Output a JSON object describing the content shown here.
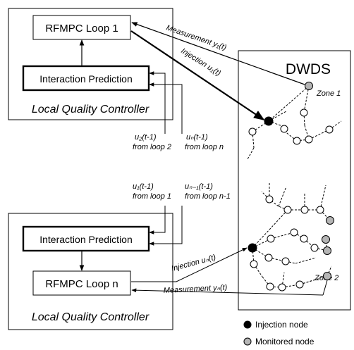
{
  "dwds": {
    "label": "DWDS",
    "zone1": "Zone 1",
    "zone2": "Zone 2"
  },
  "top_controller": {
    "loop_label": "RFMPC Loop 1",
    "prediction_label": "Interaction Prediction",
    "controller_caption": "Local Quality Controller",
    "input_a_line1": "u₂(t-1)",
    "input_a_line2": "from loop 2",
    "input_b_line1": "uₙ(t-1)",
    "input_b_line2": "from loop n"
  },
  "bottom_controller": {
    "loop_label": "RFMPC Loop n",
    "prediction_label": "Interaction Prediction",
    "controller_caption": "Local Quality Controller",
    "input_a_line1": "u₁(t-1)",
    "input_a_line2": "from loop 1",
    "input_b_line1": "uₙ₋₁(t-1)",
    "input_b_line2": "from loop n-1"
  },
  "signals": {
    "measurement_1": "Measurement y₁(t)",
    "injection_1": "Injection u₁(t)",
    "injection_n": "Injection uₙ(t)",
    "measurement_n": "Measurement yₙ(t)"
  },
  "legend": {
    "injection_node": "Injection node",
    "monitored_node": "Monitored node"
  },
  "colors": {
    "injection": "#000000",
    "monitored": "#b5b5b5",
    "line": "#000000"
  }
}
